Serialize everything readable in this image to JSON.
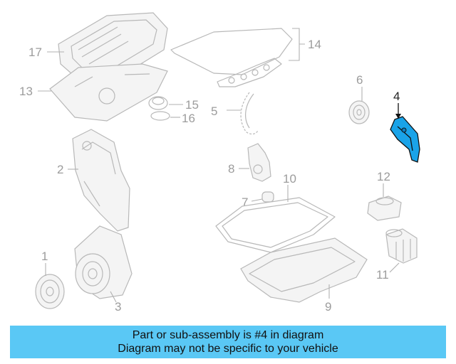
{
  "callouts": {
    "c1": "1",
    "c2": "2",
    "c3": "3",
    "c4": "4",
    "c5": "5",
    "c6": "6",
    "c7": "7",
    "c8": "8",
    "c9": "9",
    "c10": "10",
    "c11": "11",
    "c12": "12",
    "c13": "13",
    "c14": "14",
    "c15": "15",
    "c16": "16",
    "c17": "17"
  },
  "highlighted_part": "4",
  "colors": {
    "highlight": "#1aa3e8",
    "banner": "#5ac8f5",
    "line_art": "#b8b8b8"
  },
  "banner": {
    "line1": "Part or sub-assembly is #4 in diagram",
    "line2": "Diagram may not be specific to your vehicle"
  }
}
